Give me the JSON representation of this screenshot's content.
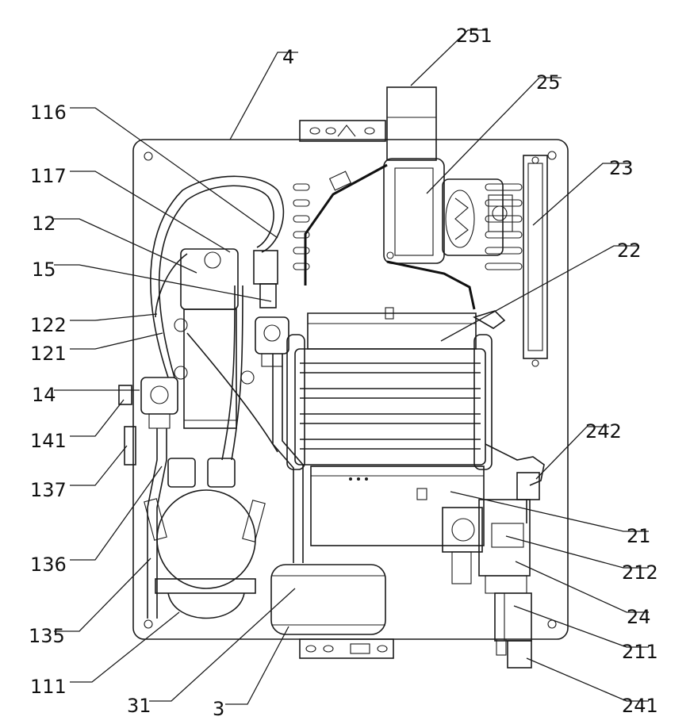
{
  "figure": {
    "labels": [
      {
        "id": "label-251",
        "text": "251"
      },
      {
        "id": "label-4",
        "text": "4"
      },
      {
        "id": "label-25",
        "text": "25"
      },
      {
        "id": "label-116",
        "text": "116"
      },
      {
        "id": "label-23",
        "text": "23"
      },
      {
        "id": "label-117",
        "text": "117"
      },
      {
        "id": "label-12",
        "text": "12"
      },
      {
        "id": "label-22",
        "text": "22"
      },
      {
        "id": "label-15",
        "text": "15"
      },
      {
        "id": "label-122",
        "text": "122"
      },
      {
        "id": "label-121",
        "text": "121"
      },
      {
        "id": "label-14",
        "text": "14"
      },
      {
        "id": "label-242",
        "text": "242"
      },
      {
        "id": "label-141",
        "text": "141"
      },
      {
        "id": "label-137",
        "text": "137"
      },
      {
        "id": "label-21",
        "text": "21"
      },
      {
        "id": "label-136",
        "text": "136"
      },
      {
        "id": "label-212",
        "text": "212"
      },
      {
        "id": "label-24",
        "text": "24"
      },
      {
        "id": "label-135",
        "text": "135"
      },
      {
        "id": "label-211",
        "text": "211"
      },
      {
        "id": "label-111",
        "text": "111"
      },
      {
        "id": "label-241",
        "text": "241"
      },
      {
        "id": "label-31",
        "text": "31"
      },
      {
        "id": "label-3",
        "text": "3"
      }
    ]
  }
}
